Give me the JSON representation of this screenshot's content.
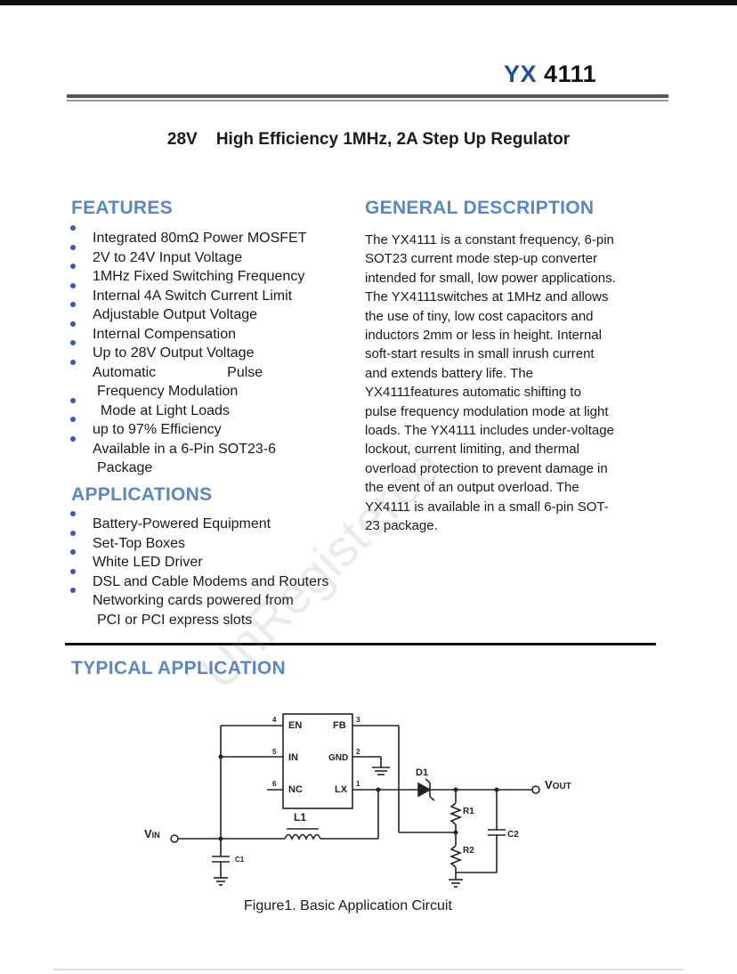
{
  "header": {
    "part_prefix": "YX",
    "part_number": "4111"
  },
  "title": "28V    High Efficiency 1MHz, 2A Step Up Regulator",
  "features": {
    "heading": "FEATURES",
    "items": [
      {
        "line1": "Integrated 80mΩ Power MOSFET",
        "line2": ""
      },
      {
        "line1": "2V to 24V Input Voltage",
        "line2": ""
      },
      {
        "line1": "1MHz Fixed Switching Frequency",
        "line2": ""
      },
      {
        "line1": "Internal 4A Switch Current Limit",
        "line2": ""
      },
      {
        "line1": "Adjustable Output Voltage",
        "line2": ""
      },
      {
        "line1": "Internal Compensation",
        "line2": ""
      },
      {
        "line1": "Up to 28V Output Voltage",
        "line2": ""
      },
      {
        "line1": "Automatic                  Pulse",
        "line2": "Frequency Modulation"
      },
      {
        "line1": "  Mode at Light Loads",
        "line2": ""
      },
      {
        "line1": "up to 97% Efficiency",
        "line2": ""
      },
      {
        "line1": "Available in a 6-Pin SOT23-6",
        "line2": "Package"
      }
    ]
  },
  "applications": {
    "heading": "APPLICATIONS",
    "items": [
      {
        "line1": "Battery-Powered Equipment",
        "line2": ""
      },
      {
        "line1": "Set-Top Boxes",
        "line2": ""
      },
      {
        "line1": "White LED Driver",
        "line2": ""
      },
      {
        "line1": "DSL and Cable Modems and Routers",
        "line2": ""
      },
      {
        "line1": "Networking cards powered from",
        "line2": "PCI or PCI express slots"
      }
    ]
  },
  "description": {
    "heading": "GENERAL DESCRIPTION",
    "lines": [
      "The YX4111 is a constant frequency, 6-pin",
      "SOT23 current mode step-up converter",
      "intended for small, low power applications.",
      "The YX4111switches at 1MHz and allows",
      "the use of tiny, low cost capacitors and",
      "inductors 2mm or less in height. Internal",
      "soft-start results in small inrush current",
      "and extends battery life. The",
      "YX4111features automatic shifting to",
      "pulse frequency modulation mode at light",
      "loads. The YX4111 includes under-voltage",
      "lockout, current limiting, and thermal",
      "overload protection to prevent damage in",
      "the event of an output overload. The",
      "YX4111 is available in a small 6-pin SOT-",
      "23 package."
    ]
  },
  "typical": {
    "heading": "TYPICAL APPLICATION",
    "caption": "Figure1. Basic Application Circuit"
  },
  "circuit": {
    "pins": [
      {
        "num": "4",
        "name": "EN"
      },
      {
        "num": "5",
        "name": "IN"
      },
      {
        "num": "6",
        "name": "NC"
      },
      {
        "num": "3",
        "name": "FB"
      },
      {
        "num": "2",
        "name": "GND"
      },
      {
        "num": "1",
        "name": "LX"
      }
    ],
    "labels": {
      "vin_main": "V",
      "vin_sub": "IN",
      "vout_main": "V",
      "vout_sub": "OUT",
      "d1": "D1",
      "l1": "L1",
      "r1": "R1",
      "r2": "R2",
      "c1": "C1",
      "c2": "C2"
    }
  },
  "watermark": "UnRegistered"
}
